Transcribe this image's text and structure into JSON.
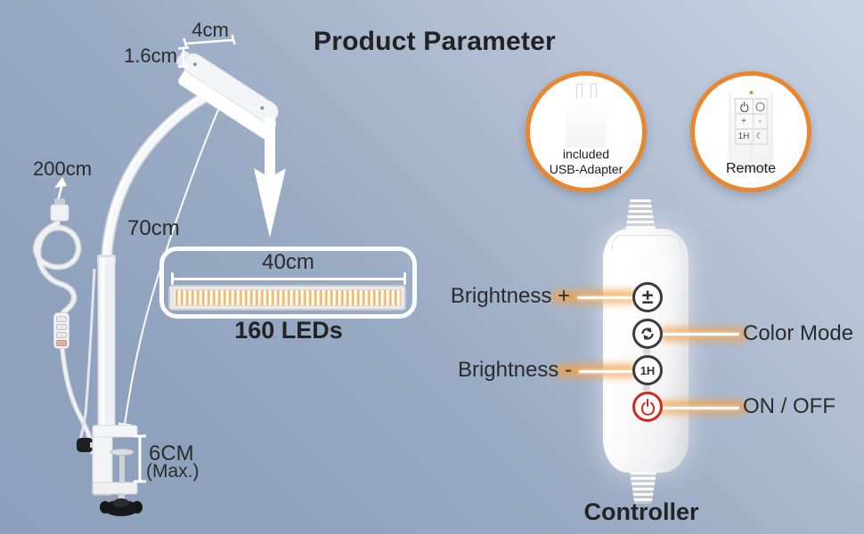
{
  "title": "Product Parameter",
  "dimensions": {
    "head_width": "4cm",
    "head_thickness": "1.6cm",
    "cable_length": "200cm",
    "neck_height": "70cm",
    "clamp_opening": "6CM",
    "clamp_opening_note": "(Max.)"
  },
  "led_bar": {
    "width": "40cm",
    "count": "160 LEDs"
  },
  "adapter": {
    "line1": "included",
    "line2": "USB-Adapter"
  },
  "remote": {
    "label": "Remote",
    "btn_plus": "+",
    "btn_minus": "-",
    "btn_timer": "1H",
    "btn_moon": "☾"
  },
  "controller": {
    "label": "Controller",
    "btn_brightness": "±",
    "btn_timer": "1H",
    "callouts": {
      "brightness_up": "Brightness +",
      "color_mode": "Color Mode",
      "brightness_down": "Brightness -",
      "power": "ON / OFF"
    }
  },
  "colors": {
    "accent_ring": "#e8872e",
    "glow": "#f0a24c",
    "power_red": "#d3261c",
    "text": "#2b2b2b",
    "bg_light": "#c9d3e3",
    "bg_dark": "#8da1be"
  }
}
